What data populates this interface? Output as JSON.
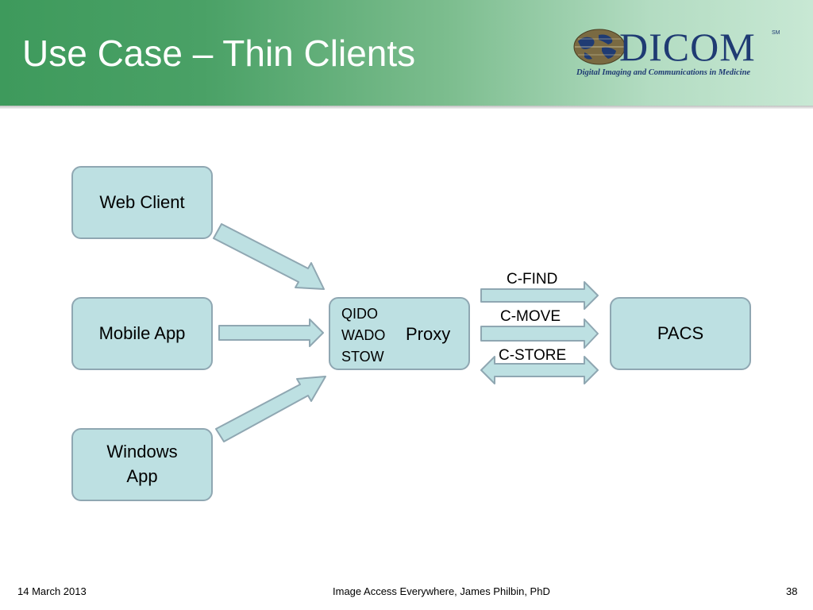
{
  "slide": {
    "title": "Use Case – Thin Clients"
  },
  "logo": {
    "name": "DICOM",
    "sm_mark": "SM",
    "tagline": "Digital Imaging and Communications in Medicine"
  },
  "diagram": {
    "nodes": {
      "web_client": "Web Client",
      "mobile_app": "Mobile App",
      "windows_app_line1": "Windows",
      "windows_app_line2": "App",
      "proxy": {
        "services": [
          "QIDO",
          "WADO",
          "STOW"
        ],
        "label": "Proxy"
      },
      "pacs": "PACS"
    },
    "edges": {
      "find": "C-FIND",
      "move": "C-MOVE",
      "store": "C-STORE"
    }
  },
  "colors": {
    "header_green": "#3e9a5c",
    "node_fill": "#bde0e2",
    "node_border": "#8fa7b2",
    "logo_navy": "#1f3b73"
  },
  "footer": {
    "date": "14 March 2013",
    "center": "Image Access Everywhere, James Philbin, PhD",
    "page": "38"
  }
}
